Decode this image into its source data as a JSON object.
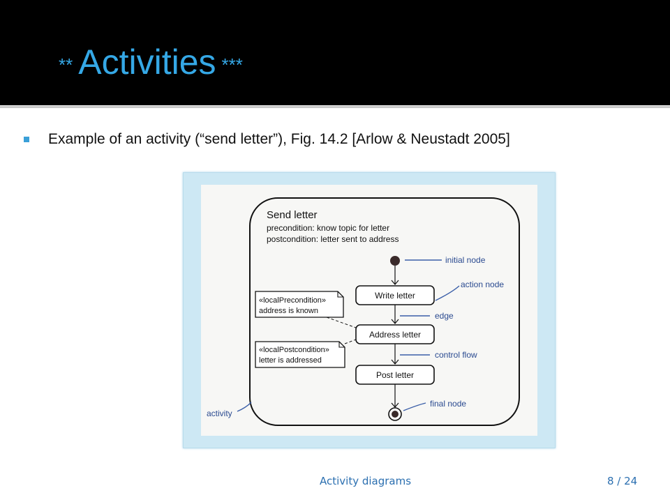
{
  "slide": {
    "title_prefix": "**",
    "title": "Activities",
    "title_suffix": "***",
    "bullet": "Example of an activity (“send letter”), Fig. 14.2 [Arlow & Neustadt 2005]",
    "footer_left": "Activity diagrams",
    "footer_page": "8 / 24"
  },
  "figure": {
    "activity_name": "Send letter",
    "precondition": "precondition: know topic for letter",
    "postcondition": "postcondition: letter sent to address",
    "nodes": [
      "Write letter",
      "Address letter",
      "Post letter"
    ],
    "note1_line1": "«localPrecondition»",
    "note1_line2": "address is known",
    "note2_line1": "«localPostcondition»",
    "note2_line2": "letter is addressed",
    "labels": {
      "initial_node": "initial node",
      "action_node": "action node",
      "edge": "edge",
      "control_flow": "control flow",
      "final_node": "final node",
      "activity": "activity"
    }
  },
  "colors": {
    "title": "#35a8e6",
    "bullet": "#3aa0d8",
    "footer": "#2b6fb0",
    "annotation_line": "#3a5ea8"
  }
}
